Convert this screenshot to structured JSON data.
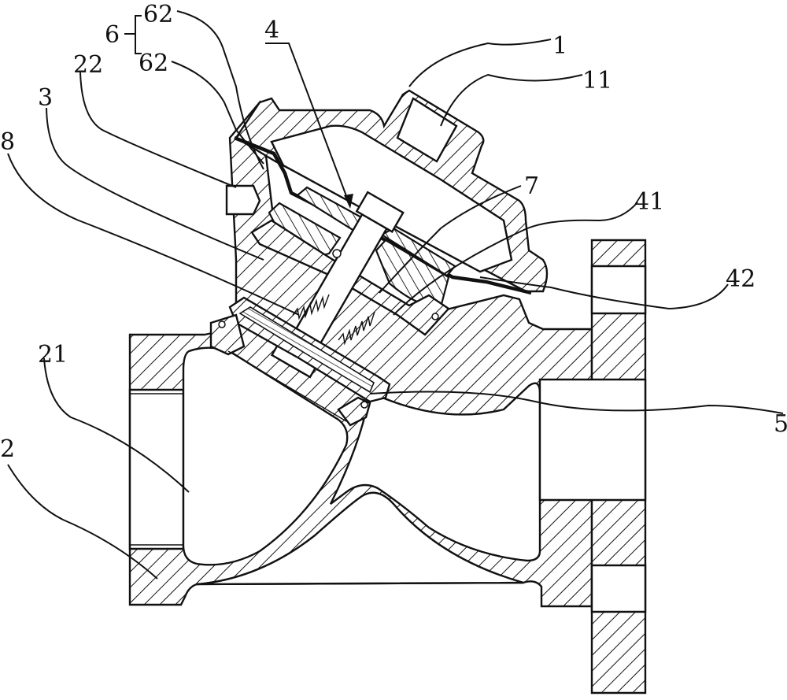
{
  "figure": {
    "type": "cross-section drawing",
    "subject": "valve assembly",
    "colors": {
      "line": "#111111",
      "background": "#ffffff"
    }
  },
  "labels": {
    "group_6": "6",
    "part_62_upper": "62",
    "part_62_lower": "62",
    "part_22": "22",
    "part_3": "3",
    "part_8": "8",
    "part_4": "4",
    "part_1": "1",
    "part_11": "11",
    "part_7": "7",
    "part_41": "41",
    "part_42": "42",
    "part_5": "5",
    "part_21": "21",
    "part_2": "2"
  }
}
